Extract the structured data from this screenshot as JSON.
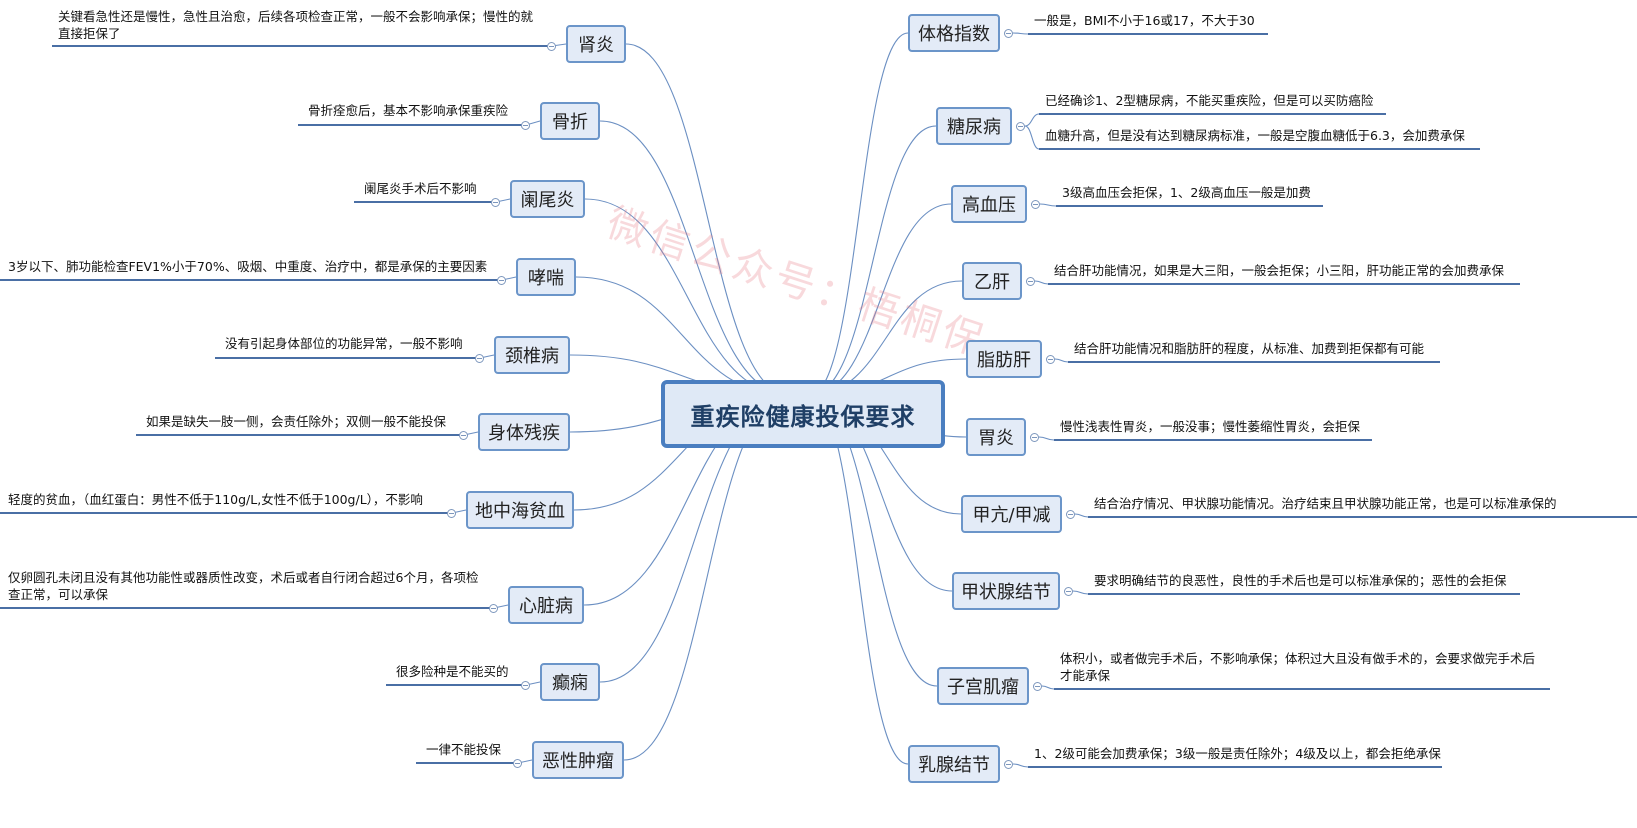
{
  "title": "重疾险健康投保要求",
  "watermark": "微信公众号：梧桐保",
  "colors": {
    "line": "#6b8fc2",
    "node_fill": "#e3ebf7",
    "node_border": "#6b95c9",
    "center_border": "#4a7ec0"
  },
  "left_branches": [
    {
      "id": "kidney",
      "name": "肾炎",
      "desc": [
        "关键看急性还是慢性，急性且治愈，后续各项检查正常，一般不会影响承保；慢性的就",
        "直接拒保了"
      ]
    },
    {
      "id": "fracture",
      "name": "骨折",
      "desc": [
        "骨折痊愈后，基本不影响承保重疾险"
      ]
    },
    {
      "id": "appendicitis",
      "name": "阑尾炎",
      "desc": [
        "阑尾炎手术后不影响"
      ]
    },
    {
      "id": "asthma",
      "name": "哮喘",
      "desc": [
        "3岁以下、肺功能检查FEV1%小于70%、吸烟、中重度、治疗中，都是承保的主要因素"
      ]
    },
    {
      "id": "cervical",
      "name": "颈椎病",
      "desc": [
        "没有引起身体部位的功能异常，一般不影响"
      ]
    },
    {
      "id": "disability",
      "name": "身体残疾",
      "desc": [
        "如果是缺失一肢一侧，会责任除外；双侧一般不能投保"
      ]
    },
    {
      "id": "thalassemia",
      "name": "地中海贫血",
      "desc": [
        "轻度的贫血，（血红蛋白：男性不低于110g/L,女性不低于100g/L），不影响"
      ]
    },
    {
      "id": "heart",
      "name": "心脏病",
      "desc": [
        "仅卵圆孔未闭且没有其他功能性或器质性改变，术后或者自行闭合超过6个月，各项检",
        "查正常，可以承保"
      ]
    },
    {
      "id": "epilepsy",
      "name": "癫痫",
      "desc": [
        "很多险种是不能买的"
      ]
    },
    {
      "id": "tumor",
      "name": "恶性肿瘤",
      "desc": [
        "一律不能投保"
      ]
    }
  ],
  "right_branches": [
    {
      "id": "bmi",
      "name": "体格指数",
      "desc": [
        [
          "一般是，BMI不小于16或17，不大于30"
        ]
      ]
    },
    {
      "id": "diabetes",
      "name": "糖尿病",
      "desc": [
        [
          "已经确诊1、2型糖尿病，不能买重疾险，但是可以买防癌险"
        ],
        [
          "血糖升高，但是没有达到糖尿病标准，一般是空腹血糖低于6.3，会加费承保"
        ]
      ]
    },
    {
      "id": "hypertension",
      "name": "高血压",
      "desc": [
        [
          "3级高血压会拒保，1、2级高血压一般是加费"
        ]
      ]
    },
    {
      "id": "hepb",
      "name": "乙肝",
      "desc": [
        [
          "结合肝功能情况，如果是大三阳，一般会拒保；小三阳，肝功能正常的会加费承保"
        ]
      ]
    },
    {
      "id": "fattyliver",
      "name": "脂肪肝",
      "desc": [
        [
          "结合肝功能情况和脂肪肝的程度，从标准、加费到拒保都有可能"
        ]
      ]
    },
    {
      "id": "gastritis",
      "name": "胃炎",
      "desc": [
        [
          "慢性浅表性胃炎，一般没事；慢性萎缩性胃炎，会拒保"
        ]
      ]
    },
    {
      "id": "thyroid",
      "name": "甲亢/甲减",
      "desc": [
        [
          "结合治疗情况、甲状腺功能情况。治疗结束且甲状腺功能正常，也是可以标准承保的"
        ]
      ]
    },
    {
      "id": "nodule",
      "name": "甲状腺结节",
      "desc": [
        [
          "要求明确结节的良恶性，良性的手术后也是可以标准承保的；恶性的会拒保"
        ]
      ]
    },
    {
      "id": "myoma",
      "name": "子宫肌瘤",
      "desc": [
        [
          "体积小，或者做完手术后，不影响承保；体积过大且没有做手术的，会要求做完手术后",
          "才能承保"
        ]
      ]
    },
    {
      "id": "breast",
      "name": "乳腺结节",
      "desc": [
        [
          "1、2级可能会加费承保；3级一般是责任除外；4级及以上，都会拒绝承保"
        ]
      ]
    }
  ]
}
